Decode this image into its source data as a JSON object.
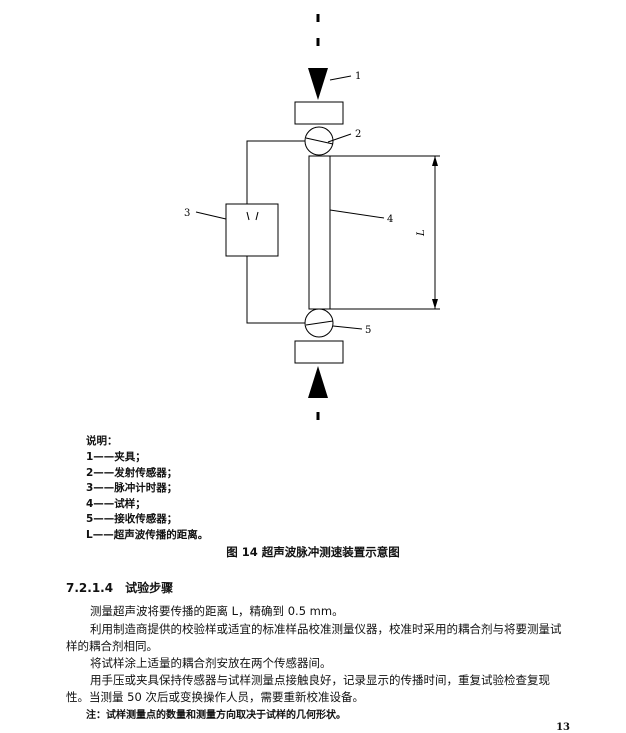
{
  "figure": {
    "callouts": [
      "1",
      "2",
      "3",
      "4",
      "5"
    ],
    "dimension_label": "L"
  },
  "legend": {
    "title": "说明：",
    "items": [
      "1——夹具；",
      "2——发射传感器；",
      "3——脉冲计时器；",
      "4——试样；",
      "5——接收传感器；",
      "L——超声波传播的距离。"
    ]
  },
  "caption": "图 14  超声波脉冲测速装置示意图",
  "section": {
    "number": "7.2.1.4",
    "title": "试验步骤"
  },
  "paragraphs": [
    "测量超声波将要传播的距离 L，精确到 0.5 mm。",
    "利用制造商提供的校验样或适宜的标准样品校准测量仪器，校准时采用的耦合剂与将要测量试样的耦合剂相同。",
    "将试样涂上适量的耦合剂安放在两个传感器间。",
    "用手压或夹具保持传感器与试样测量点接触良好，记录显示的传播时间，重复试验检查复现性。当测量 50 次后或变换操作人员，需要重新校准设备。"
  ],
  "note": "注：试样测量点的数量和测量方向取决于试样的几何形状。",
  "page_number": "13"
}
